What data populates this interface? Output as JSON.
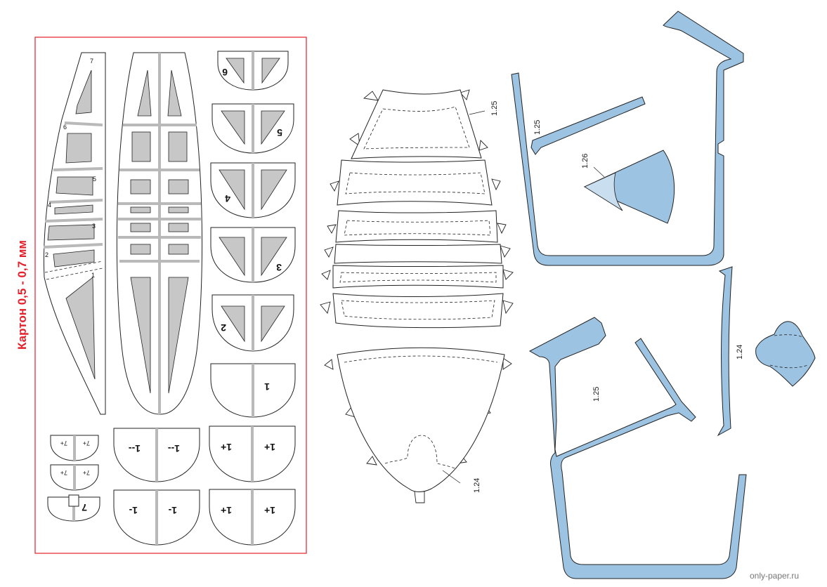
{
  "material_label": "Картон 0,5 - 0,7 мм",
  "watermark": "only-paper.ru",
  "part_labels": {
    "p125_top": "1.25",
    "p124_nose": "1.24",
    "p125_frame_top": "1.25",
    "p126_cone": "1.26",
    "p125_frame_bottom": "1.25",
    "p124_strip": "1.24"
  },
  "former_labels": {
    "f6": "6",
    "f5": "5",
    "f4": "4",
    "f3": "3",
    "f2": "2",
    "f1": "1",
    "f1p_a": "1+",
    "f1p_b": "1+",
    "f1p_c": "1+",
    "f1p_d": "1+",
    "f1mm_a": "1--",
    "f1mm_b": "1--",
    "f1m_a": "1-",
    "f1m_b": "1-",
    "f7p_a": "7+",
    "f7p_b": "7+",
    "f7p_c": "7+",
    "f7p_d": "7+",
    "f7": "7"
  },
  "side_numbers": {
    "s7": "7",
    "s6": "6",
    "s5": "5",
    "s4": "4",
    "s3": "3",
    "s2": "2",
    "s1": "1"
  },
  "colors": {
    "outline": "#222222",
    "gray_cutout": "#c7c7c7",
    "blue_part": "#9cc3e2",
    "frame_border": "#e4202a"
  }
}
